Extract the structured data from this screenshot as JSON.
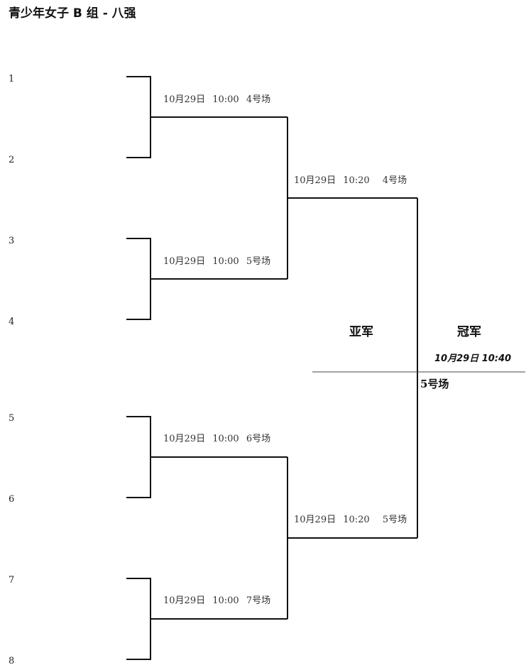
{
  "title": "青少年女子 B 组 - 八强",
  "seeds": [
    "1",
    "2",
    "3",
    "4",
    "5",
    "6",
    "7",
    "8"
  ],
  "quarterfinals": [
    {
      "date": "10月29日",
      "time": "10:00",
      "venue": "4号场"
    },
    {
      "date": "10月29日",
      "time": "10:00",
      "venue": "5号场"
    },
    {
      "date": "10月29日",
      "time": "10:00",
      "venue": "6号场"
    },
    {
      "date": "10月29日",
      "time": "10:00",
      "venue": "7号场"
    }
  ],
  "semifinals": [
    {
      "date": "10月29日",
      "time": "10:20",
      "venue": "4号场"
    },
    {
      "date": "10月29日",
      "time": "10:20",
      "venue": "5号场"
    }
  ],
  "final": {
    "runner_up_label": "亚军",
    "champion_label": "冠军",
    "date_time": "10月29日 10:40",
    "venue": "5号场"
  }
}
